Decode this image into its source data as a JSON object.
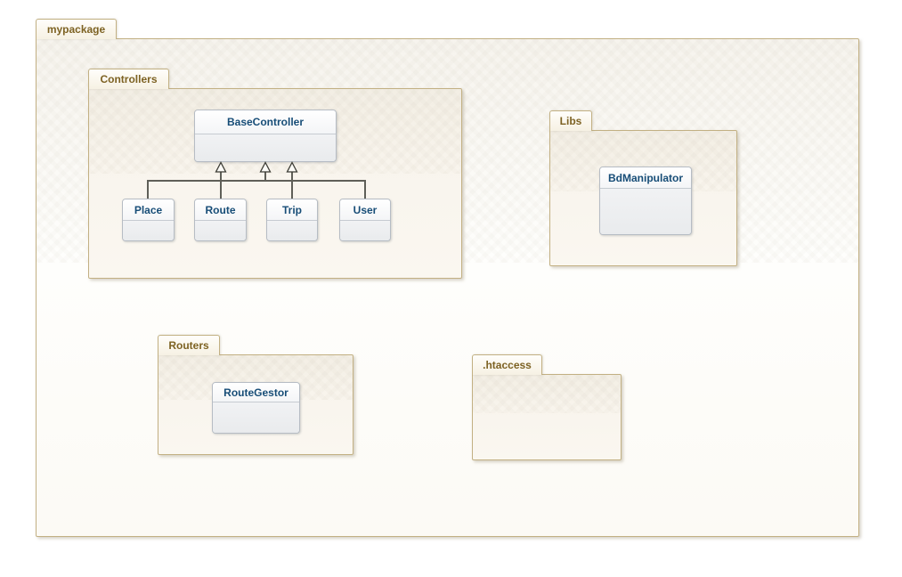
{
  "diagram": {
    "root_package": {
      "label": "mypackage"
    },
    "packages": [
      {
        "label": "Controllers"
      },
      {
        "label": "Libs"
      },
      {
        "label": "Routers"
      },
      {
        "label": ".htaccess"
      }
    ],
    "classes": [
      {
        "name": "BaseController",
        "package": "Controllers"
      },
      {
        "name": "Place",
        "package": "Controllers"
      },
      {
        "name": "Route",
        "package": "Controllers"
      },
      {
        "name": "Trip",
        "package": "Controllers"
      },
      {
        "name": "User",
        "package": "Controllers"
      },
      {
        "name": "BdManipulator",
        "package": "Libs"
      },
      {
        "name": "RouteGestor",
        "package": "Routers"
      }
    ],
    "relationships": [
      {
        "type": "generalization",
        "from": "Place",
        "to": "BaseController"
      },
      {
        "type": "generalization",
        "from": "Route",
        "to": "BaseController"
      },
      {
        "type": "generalization",
        "from": "Trip",
        "to": "BaseController"
      },
      {
        "type": "generalization",
        "from": "User",
        "to": "BaseController"
      }
    ],
    "colors": {
      "package_border": "#c2b083",
      "package_label_text": "#7d6223",
      "package_fill": "#f8f4ec",
      "class_name_text": "#174d77",
      "class_border": "#b6bcc4",
      "connector_line": "#5f5f58",
      "canvas_background": "#ffffff"
    }
  }
}
